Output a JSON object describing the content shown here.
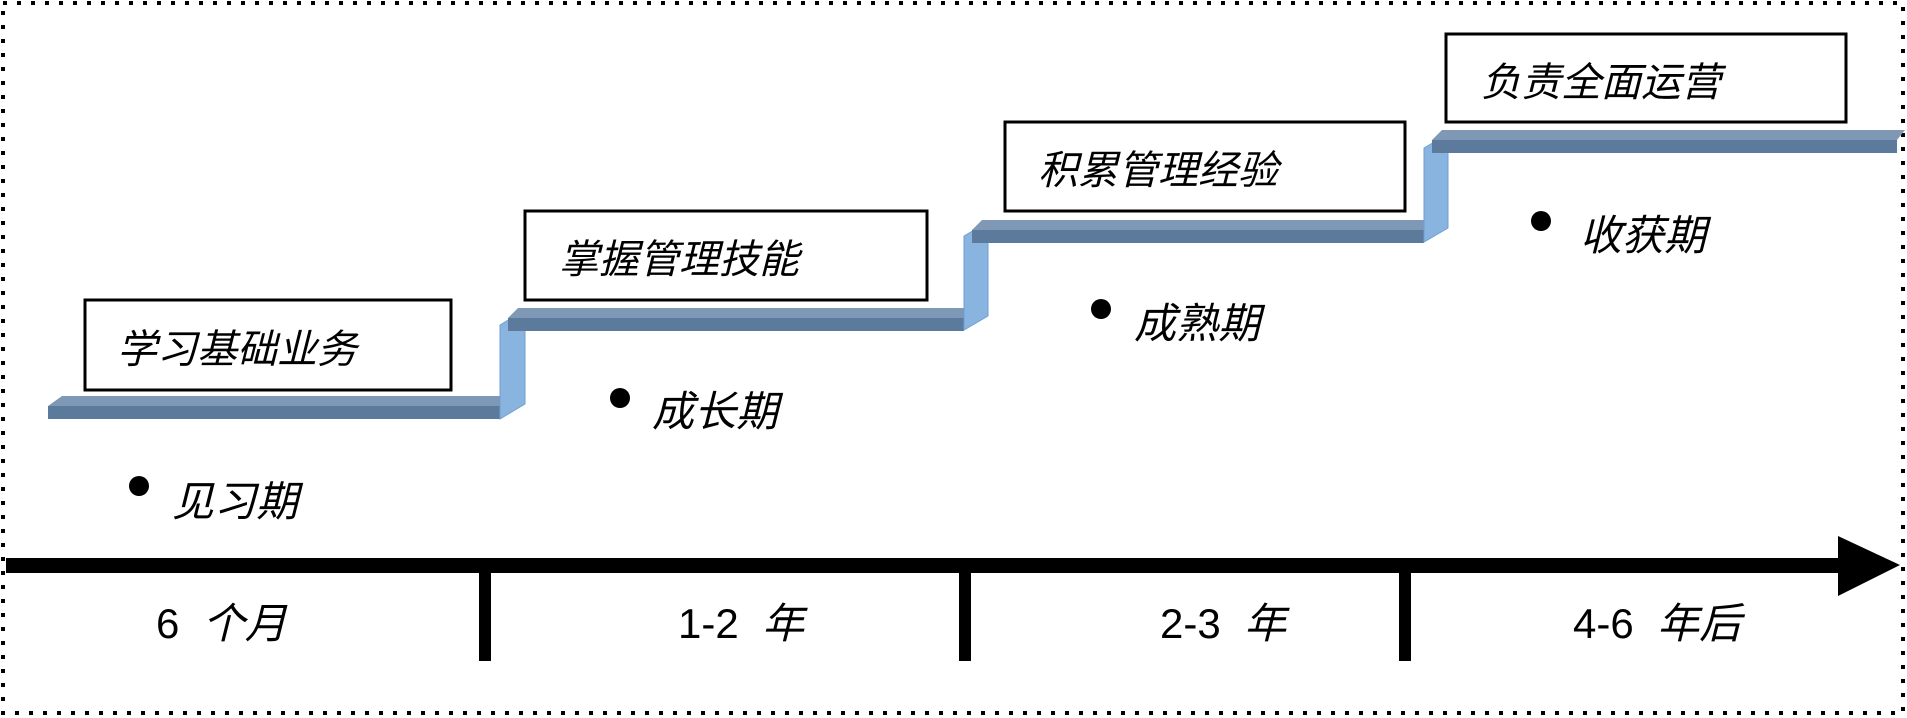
{
  "steps": [
    {
      "box_text": "学习基础业务",
      "stage": "见习期",
      "period_num": "6",
      "period_unit": "个月"
    },
    {
      "box_text": "掌握管理技能",
      "stage": "成长期",
      "period_num": "1-2",
      "period_unit": "年"
    },
    {
      "box_text": "积累管理经验",
      "stage": "成熟期",
      "period_num": "2-3",
      "period_unit": "年"
    },
    {
      "box_text": "负责全面运营",
      "stage": "收获期",
      "period_num": "4-6",
      "period_unit": "年后"
    }
  ],
  "colors": {
    "step_top": "#7f98b6",
    "step_front": "#5b7a9c",
    "riser": "#8ab4e0",
    "riser_dark": "#6f9fd0",
    "axis": "#000000",
    "border": "#000000"
  }
}
